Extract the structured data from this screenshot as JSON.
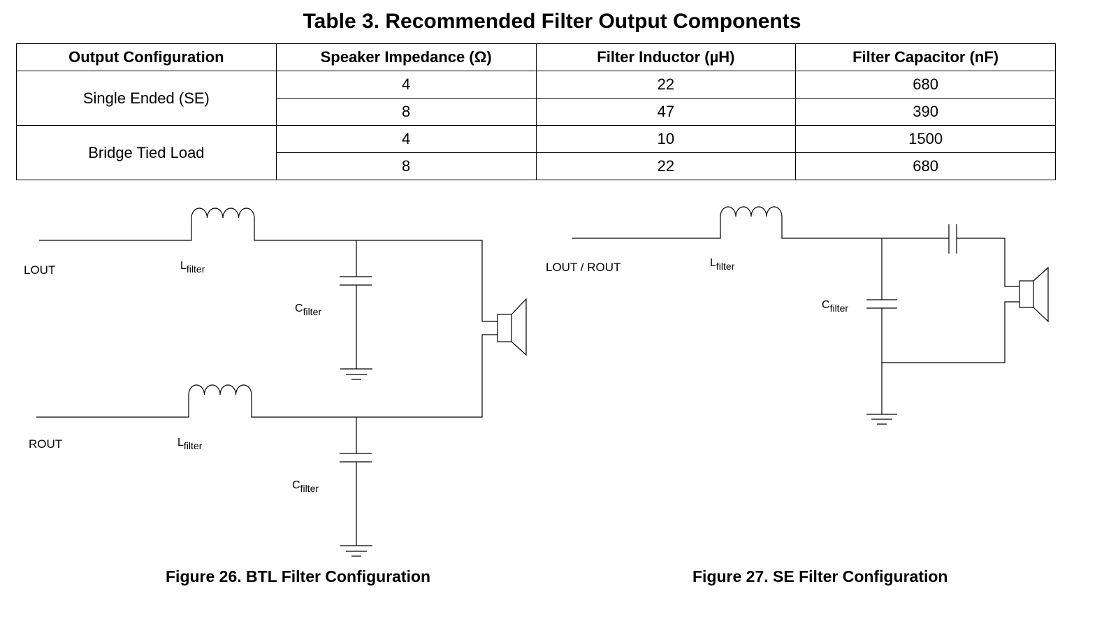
{
  "table": {
    "title": "Table 3. Recommended Filter Output Components",
    "headers": [
      "Output Configuration",
      "Speaker Impedance (Ω)",
      "Filter Inductor (µH)",
      "Filter Capacitor (nF)"
    ],
    "groups": [
      {
        "configuration": "Single Ended (SE)",
        "rows": [
          {
            "impedance": "4",
            "inductor": "22",
            "capacitor": "680"
          },
          {
            "impedance": "8",
            "inductor": "47",
            "capacitor": "390"
          }
        ]
      },
      {
        "configuration": "Bridge Tied Load",
        "rows": [
          {
            "impedance": "4",
            "inductor": "10",
            "capacitor": "1500"
          },
          {
            "impedance": "8",
            "inductor": "22",
            "capacitor": "680"
          }
        ]
      }
    ]
  },
  "figures": {
    "btl": {
      "caption": "Figure 26. BTL Filter Configuration",
      "lout_label": "LOUT",
      "rout_label": "ROUT",
      "inductor_label_main": "L",
      "inductor_label_sub": "filter",
      "capacitor_label_main": "C",
      "capacitor_label_sub": "filter"
    },
    "se": {
      "caption": "Figure 27. SE Filter Configuration",
      "input_label": "LOUT / ROUT",
      "inductor_label_main": "L",
      "inductor_label_sub": "filter",
      "capacitor_label_main": "C",
      "capacitor_label_sub": "filter"
    }
  }
}
